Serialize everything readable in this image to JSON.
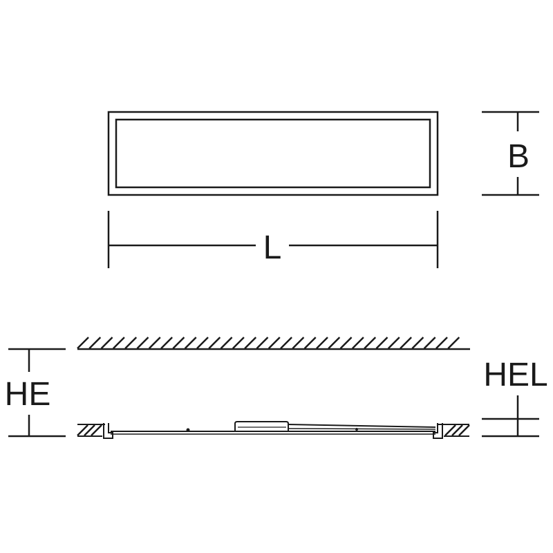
{
  "labels": {
    "length": "L",
    "width": "B",
    "recess_height": "HE",
    "recess_height_luminaire": "HEL"
  },
  "colors": {
    "stroke": "#1a1a1a",
    "background": "#ffffff"
  }
}
